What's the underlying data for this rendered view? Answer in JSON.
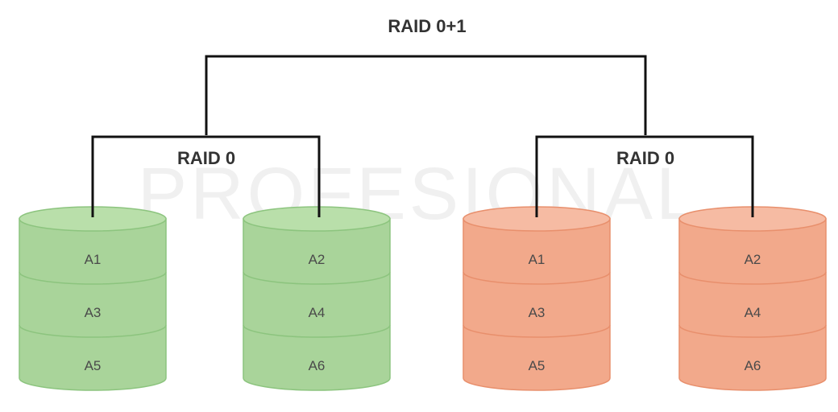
{
  "title": "RAID 0+1",
  "watermark": "PROFESIONAL",
  "colors": {
    "green": {
      "fill": "#a9d49a",
      "top": "#b9dfaa",
      "stroke": "#8cc47e"
    },
    "orange": {
      "fill": "#f2a98b",
      "top": "#f6bba3",
      "stroke": "#e88f6c"
    },
    "line": "#111111"
  },
  "groups": [
    {
      "label": "RAID 0",
      "disks": [
        {
          "color": "green",
          "blocks": [
            "A1",
            "A3",
            "A5"
          ]
        },
        {
          "color": "green",
          "blocks": [
            "A2",
            "A4",
            "A6"
          ]
        }
      ]
    },
    {
      "label": "RAID 0",
      "disks": [
        {
          "color": "orange",
          "blocks": [
            "A1",
            "A3",
            "A5"
          ]
        },
        {
          "color": "orange",
          "blocks": [
            "A2",
            "A4",
            "A6"
          ]
        }
      ]
    }
  ]
}
